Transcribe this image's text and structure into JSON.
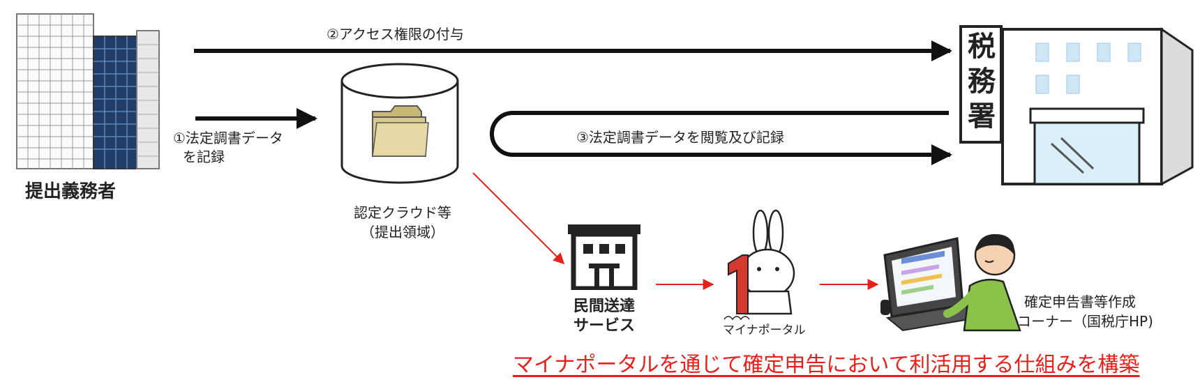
{
  "labels": {
    "step1_line1": "①法定調書データ",
    "step1_line2": "を記録",
    "step2": "②アクセス権限の付与",
    "step3": "③法定調書データを閲覧及び記録",
    "submitter": "提出義務者",
    "cloud_line1": "認定クラウド等",
    "cloud_line2": "（提出領域）",
    "tax_office_sign": [
      "税",
      "務",
      "署"
    ],
    "private_service_line1": "民間送達",
    "private_service_line2": "サービス",
    "mynaportal": "マイナポータル",
    "corner_line1": "確定申告書等作成",
    "corner_line2": "コーナー（国税庁HP)"
  },
  "footer": "マイナポータルを通じて確定申告において利活用する仕組みを構築",
  "colors": {
    "arrow_black": "#111111",
    "arrow_red": "#e8201a",
    "footer_red": "#e8201a",
    "building_window_blue": "#2b5a8c",
    "folder_tan": "#d8c98f",
    "person_shirt": "#8bc34a",
    "mascot_red": "#d63a2f"
  }
}
